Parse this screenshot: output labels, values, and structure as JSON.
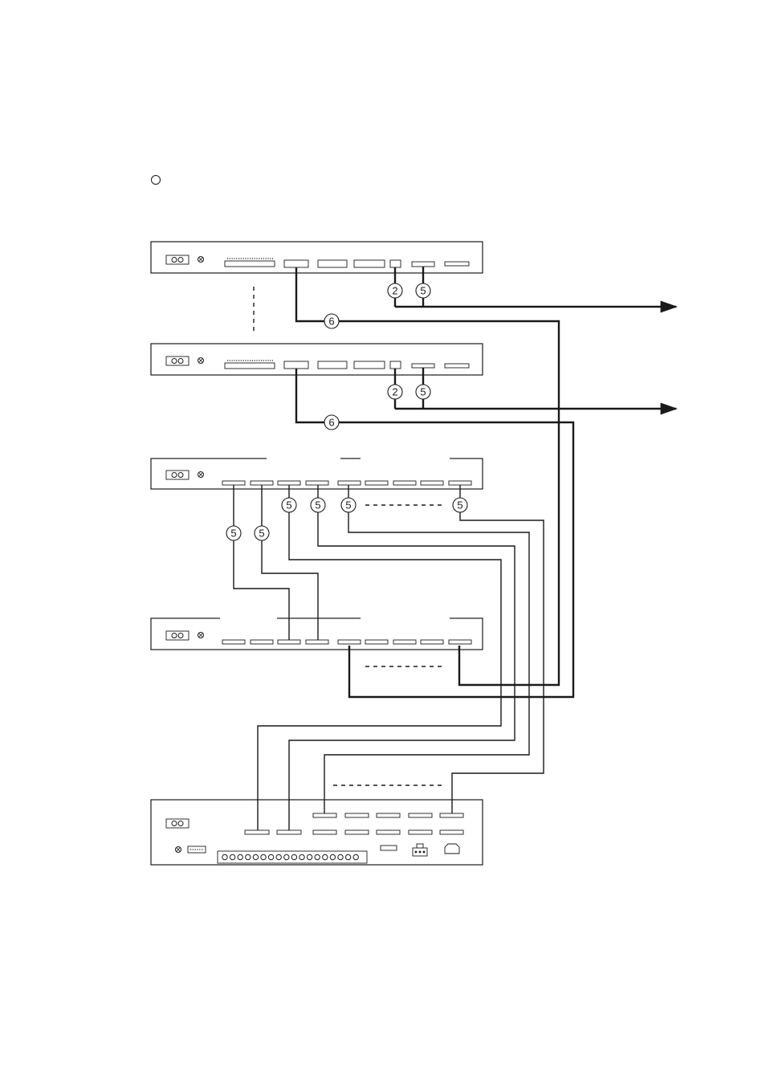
{
  "legend": {
    "marker_label": ""
  },
  "markers": {
    "cable_2": "2",
    "cable_5": "5",
    "cable_6": "6"
  },
  "colors": {
    "line": "#1a1a1a",
    "background": "#ffffff"
  },
  "icons": {
    "terminal_block": "terminal-block-icon",
    "ground_screw": "ground-screw-icon",
    "arrow": "arrow-right-icon"
  }
}
